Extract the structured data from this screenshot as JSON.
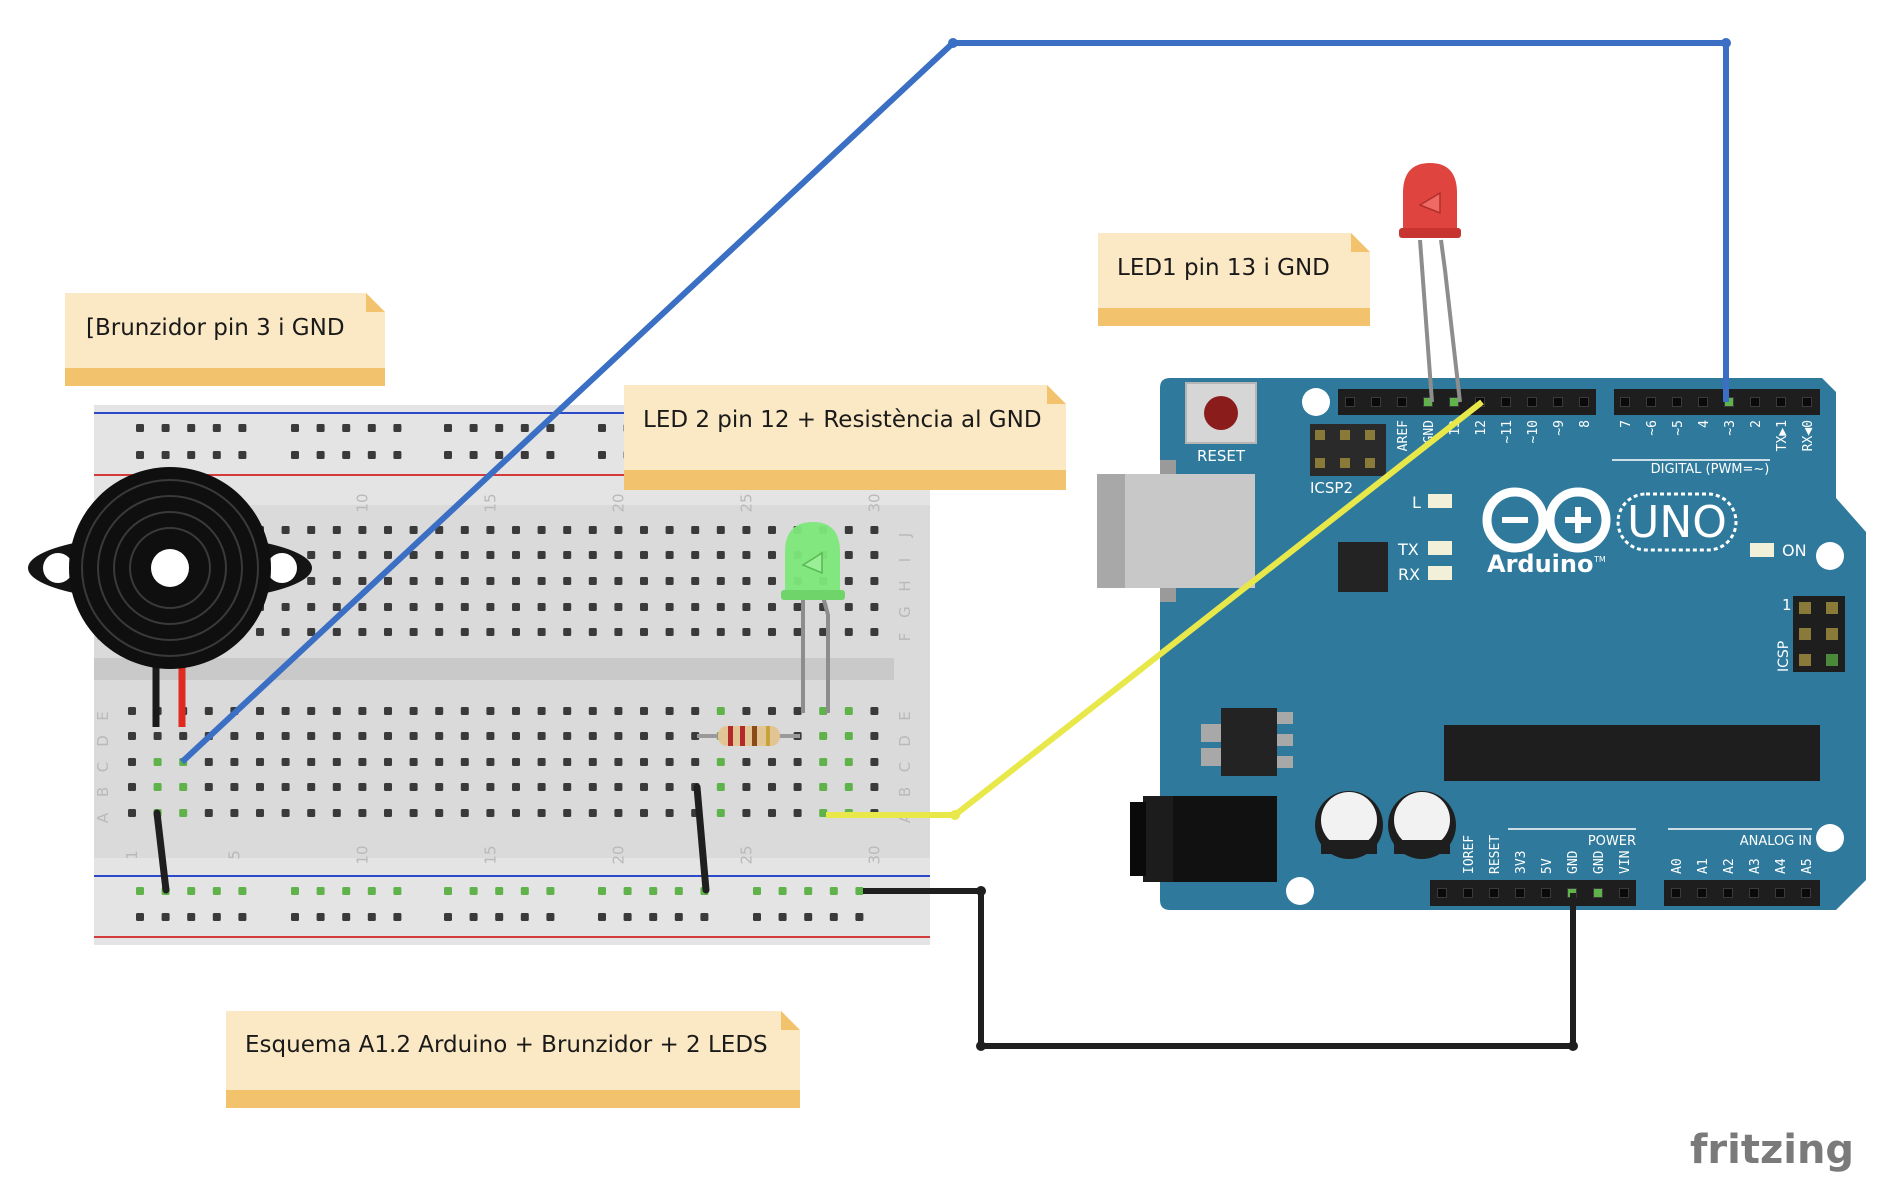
{
  "notes": {
    "buzzer": "[Brunzidor pin 3 i GND",
    "led1": "LED1  pin 13 i GND",
    "led2": "LED 2 pin 12 + Resistència al GND",
    "caption": "Esquema A1.2 Arduino + Brunzidor + 2 LEDS"
  },
  "breadboard": {
    "column_numbers": [
      "1",
      "5",
      "10",
      "15",
      "20",
      "25",
      "30"
    ],
    "row_letters_top": [
      "J",
      "I",
      "H",
      "G",
      "F"
    ],
    "row_letters_bottom": [
      "E",
      "D",
      "C",
      "B",
      "A"
    ]
  },
  "arduino": {
    "reset_label": "RESET",
    "icsp2_label": "ICSP2",
    "icsp_label": "ICSP",
    "icsp_pin1": "1",
    "l_label": "L",
    "tx_label": "TX",
    "rx_label": "RX",
    "on_label": "ON",
    "uno_label": "UNO",
    "brand_label": "Arduino",
    "tm": "TM",
    "digital_label": "DIGITAL (PWM=~)",
    "power_label": "POWER",
    "analog_label": "ANALOG IN",
    "digital_pins_left": [
      "AREF",
      "GND",
      "13",
      "12",
      "~11",
      "~10",
      "~9",
      "8"
    ],
    "digital_pins_right": [
      "7",
      "~6",
      "~5",
      "4",
      "~3",
      "2",
      "TX▶1",
      "RX◀0"
    ],
    "power_pins": [
      "IOREF",
      "RESET",
      "3V3",
      "5V",
      "GND",
      "GND",
      "VIN"
    ],
    "analog_pins": [
      "A0",
      "A1",
      "A2",
      "A3",
      "A4",
      "A5"
    ]
  },
  "wire_colors": {
    "pin3": "#3a6fc4",
    "pin12": "#e8e84a",
    "gnd": "#1f1f1f"
  },
  "led_colors": {
    "led1": "#e0443f",
    "led2": "#7ee87a"
  },
  "board_color": "#2f7a9c",
  "note_color": "#fbe8c4",
  "watermark": "fritzing"
}
